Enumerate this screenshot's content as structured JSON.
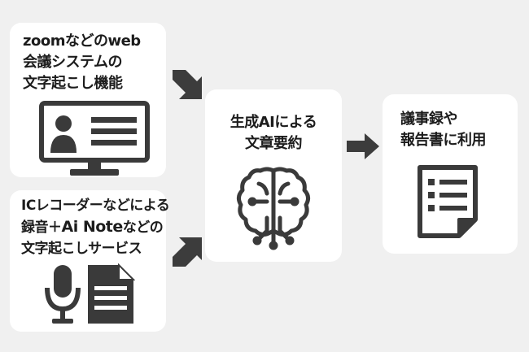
{
  "source_zoom": {
    "lines": [
      "zoomなどのweb",
      "会議システムの",
      "文字起こし機能"
    ],
    "icon": "monitor-user-icon"
  },
  "source_recorder": {
    "line1": "ICレコーダーなどによる",
    "line2_pre": "録音＋",
    "line2_brand": "Ai Note",
    "line2_post": "などの",
    "line3": "文字起こしサービス",
    "icons": [
      "microphone-icon",
      "document-icon"
    ]
  },
  "ai_summary": {
    "lines": [
      "生成AIによる",
      "文章要約"
    ],
    "icon": "brain-circuit-icon"
  },
  "output": {
    "lines": [
      "議事録や",
      "報告書に利用"
    ],
    "icon": "checklist-document-icon"
  },
  "colors": {
    "background": "#f0f0f0",
    "card": "#ffffff",
    "icon": "#3a3a3a",
    "arrow": "#3c3c3c"
  }
}
